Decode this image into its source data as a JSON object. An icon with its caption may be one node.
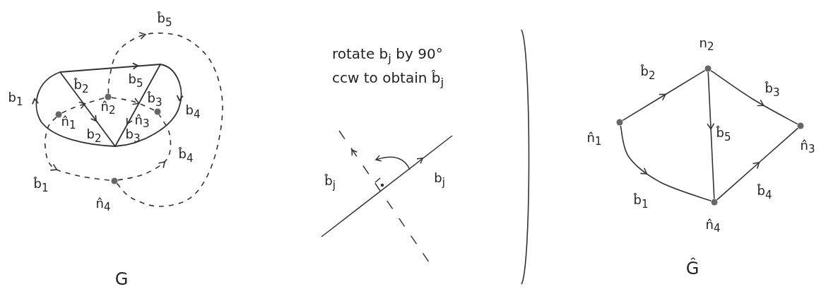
{
  "diagram": {
    "nodes": [
      {
        "text": [],
        "shape": "circle",
        "beside": [
          "n̂$_{1}$"
        ]
      },
      {
        "text": [],
        "shape": "circle",
        "beside": [
          "n̂$_{2}$"
        ]
      },
      {
        "text": [],
        "shape": "circle",
        "beside": [
          "n̂$_{3}$"
        ]
      },
      {
        "text": [],
        "shape": "circle",
        "beside": [
          "n̂$_{4}$"
        ]
      },
      {
        "text": [],
        "shape": "circle",
        "beside": [
          "n̂$_{1}$"
        ]
      },
      {
        "text": [],
        "shape": "circle",
        "beside": [
          "n$_{2}$"
        ]
      },
      {
        "text": [],
        "shape": "circle",
        "beside": [
          "n̂$_{3}$"
        ]
      },
      {
        "text": [],
        "shape": "circle",
        "beside": [
          "n̂$_{4}$"
        ]
      }
    ],
    "edges": [
      {
        "from": 0,
        "to": 3,
        "arrow": "to",
        "label": "b̂$_{1}$",
        "style": "dashed"
      },
      {
        "from": 0,
        "to": 1,
        "arrow": "to",
        "label": "b̂$_{2}$",
        "style": "dashed"
      },
      {
        "from": 1,
        "to": 2,
        "arrow": "to",
        "label": "b̂$_{3}$",
        "style": "dashed"
      },
      {
        "from": 3,
        "to": 2,
        "arrow": "to",
        "label": "b̂$_{4}$",
        "style": "dashed"
      },
      {
        "from": 1,
        "to": 3,
        "arrow": "to",
        "label": "b̂$_{5}$",
        "style": "dashed"
      },
      {
        "from": 4,
        "to": 7,
        "arrow": "to",
        "label": "b̂$_{1}$"
      },
      {
        "from": 4,
        "to": 5,
        "arrow": "to",
        "label": "b̂$_{2}$"
      },
      {
        "from": 5,
        "to": 6,
        "arrow": "to",
        "label": "b̂$_{3}$"
      },
      {
        "from": 7,
        "to": 6,
        "arrow": "to",
        "label": "b̂$_{4}$"
      },
      {
        "from": 5,
        "to": 7,
        "arrow": "to",
        "label": "b̂$_{5}$"
      }
    ],
    "labels": [
      "b$_{1}$",
      "b$_{5}$",
      "b$_{4}$",
      "b$_{2}$",
      "b$_{3}$",
      "G",
      "rotate b$_{j}$ by 90° ccw to obtain b̂$_{j}$",
      "b̂$_{j}$",
      "b$_{j}$",
      "Ĝ"
    ]
  }
}
